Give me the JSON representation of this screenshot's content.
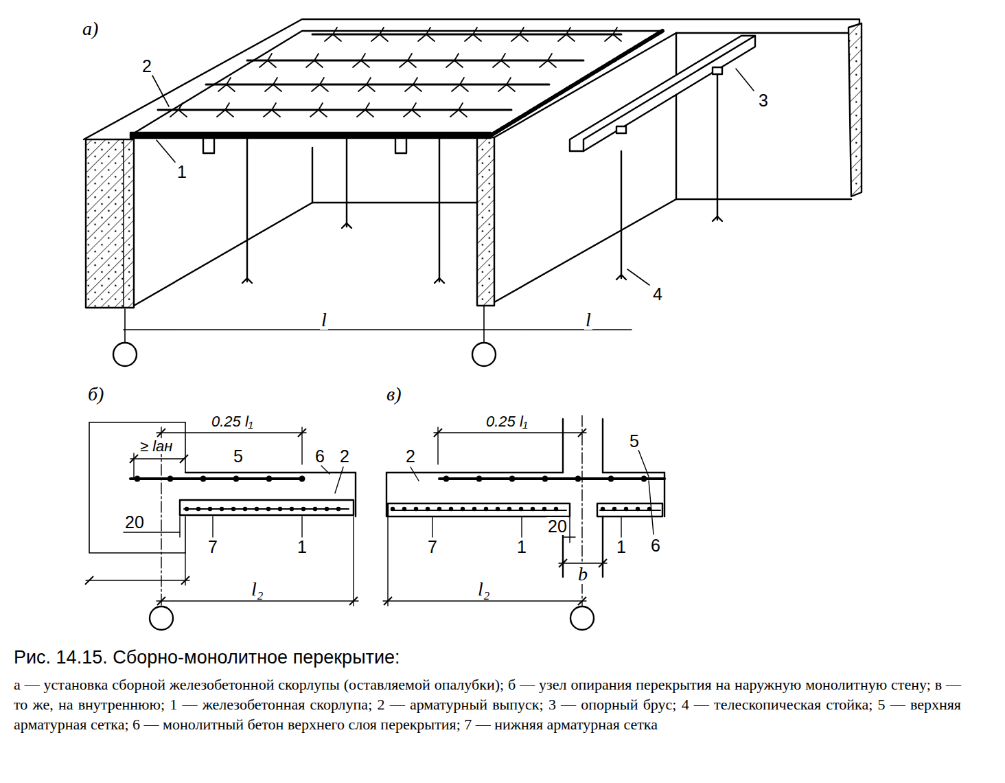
{
  "diagram": {
    "caption": "Рис. 14.15. Сборно-монолитное перекрытие:",
    "labels": [
      "а)",
      "2",
      "1",
      "3",
      "4",
      "l",
      "l",
      "б)",
      "0.25 l₁",
      "≥ lан",
      "5",
      "6",
      "2",
      "20",
      "7",
      "1",
      "l₂",
      "в)",
      "0.25 l₁",
      "2",
      "5",
      "7",
      "1",
      "20",
      "b",
      "1",
      "6",
      "l₂",
      "а — установка сборной железобетонной скорлупы (оставляемой опалубки); б — узел опирания перекрытия на наружную монолитную стену; в — то же, на внутреннюю; 1 — железобетонная скорлупа; 2 — арматурный выпуск; 3 — опорный брус; 4 — телескопическая стойка; 5 — верхняя арматурная сетка; 6 — монолитный бетон верхнего слоя перекрытия; 7 — нижняя арматурная сетка"
    ]
  }
}
